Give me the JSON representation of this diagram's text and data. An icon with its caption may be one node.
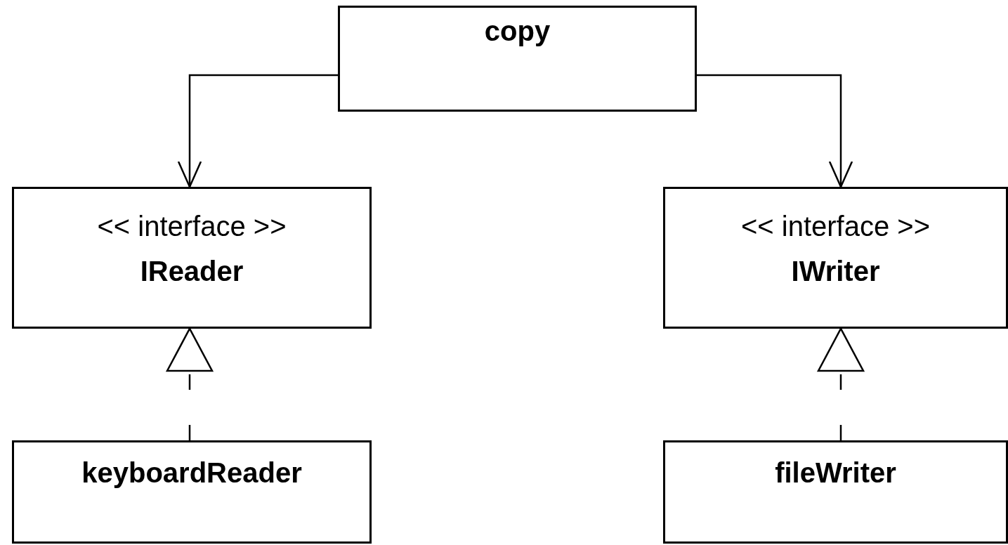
{
  "diagram": {
    "nodes": [
      {
        "text": [
          "copy"
        ]
      },
      {
        "text": [
          "<< interface >>",
          "IReader"
        ]
      },
      {
        "text": [
          "<< interface >>",
          "IWriter"
        ]
      },
      {
        "text": [
          "keyboardReader"
        ]
      },
      {
        "text": [
          "fileWriter"
        ]
      }
    ],
    "edges": [
      {
        "from": 0,
        "to": 1,
        "arrow": "to"
      },
      {
        "from": 0,
        "to": 2,
        "arrow": "to"
      },
      {
        "from": 3,
        "to": 1,
        "arrow": "to",
        "style": "dashed"
      },
      {
        "from": 4,
        "to": 2,
        "arrow": "to",
        "style": "dashed"
      }
    ]
  }
}
